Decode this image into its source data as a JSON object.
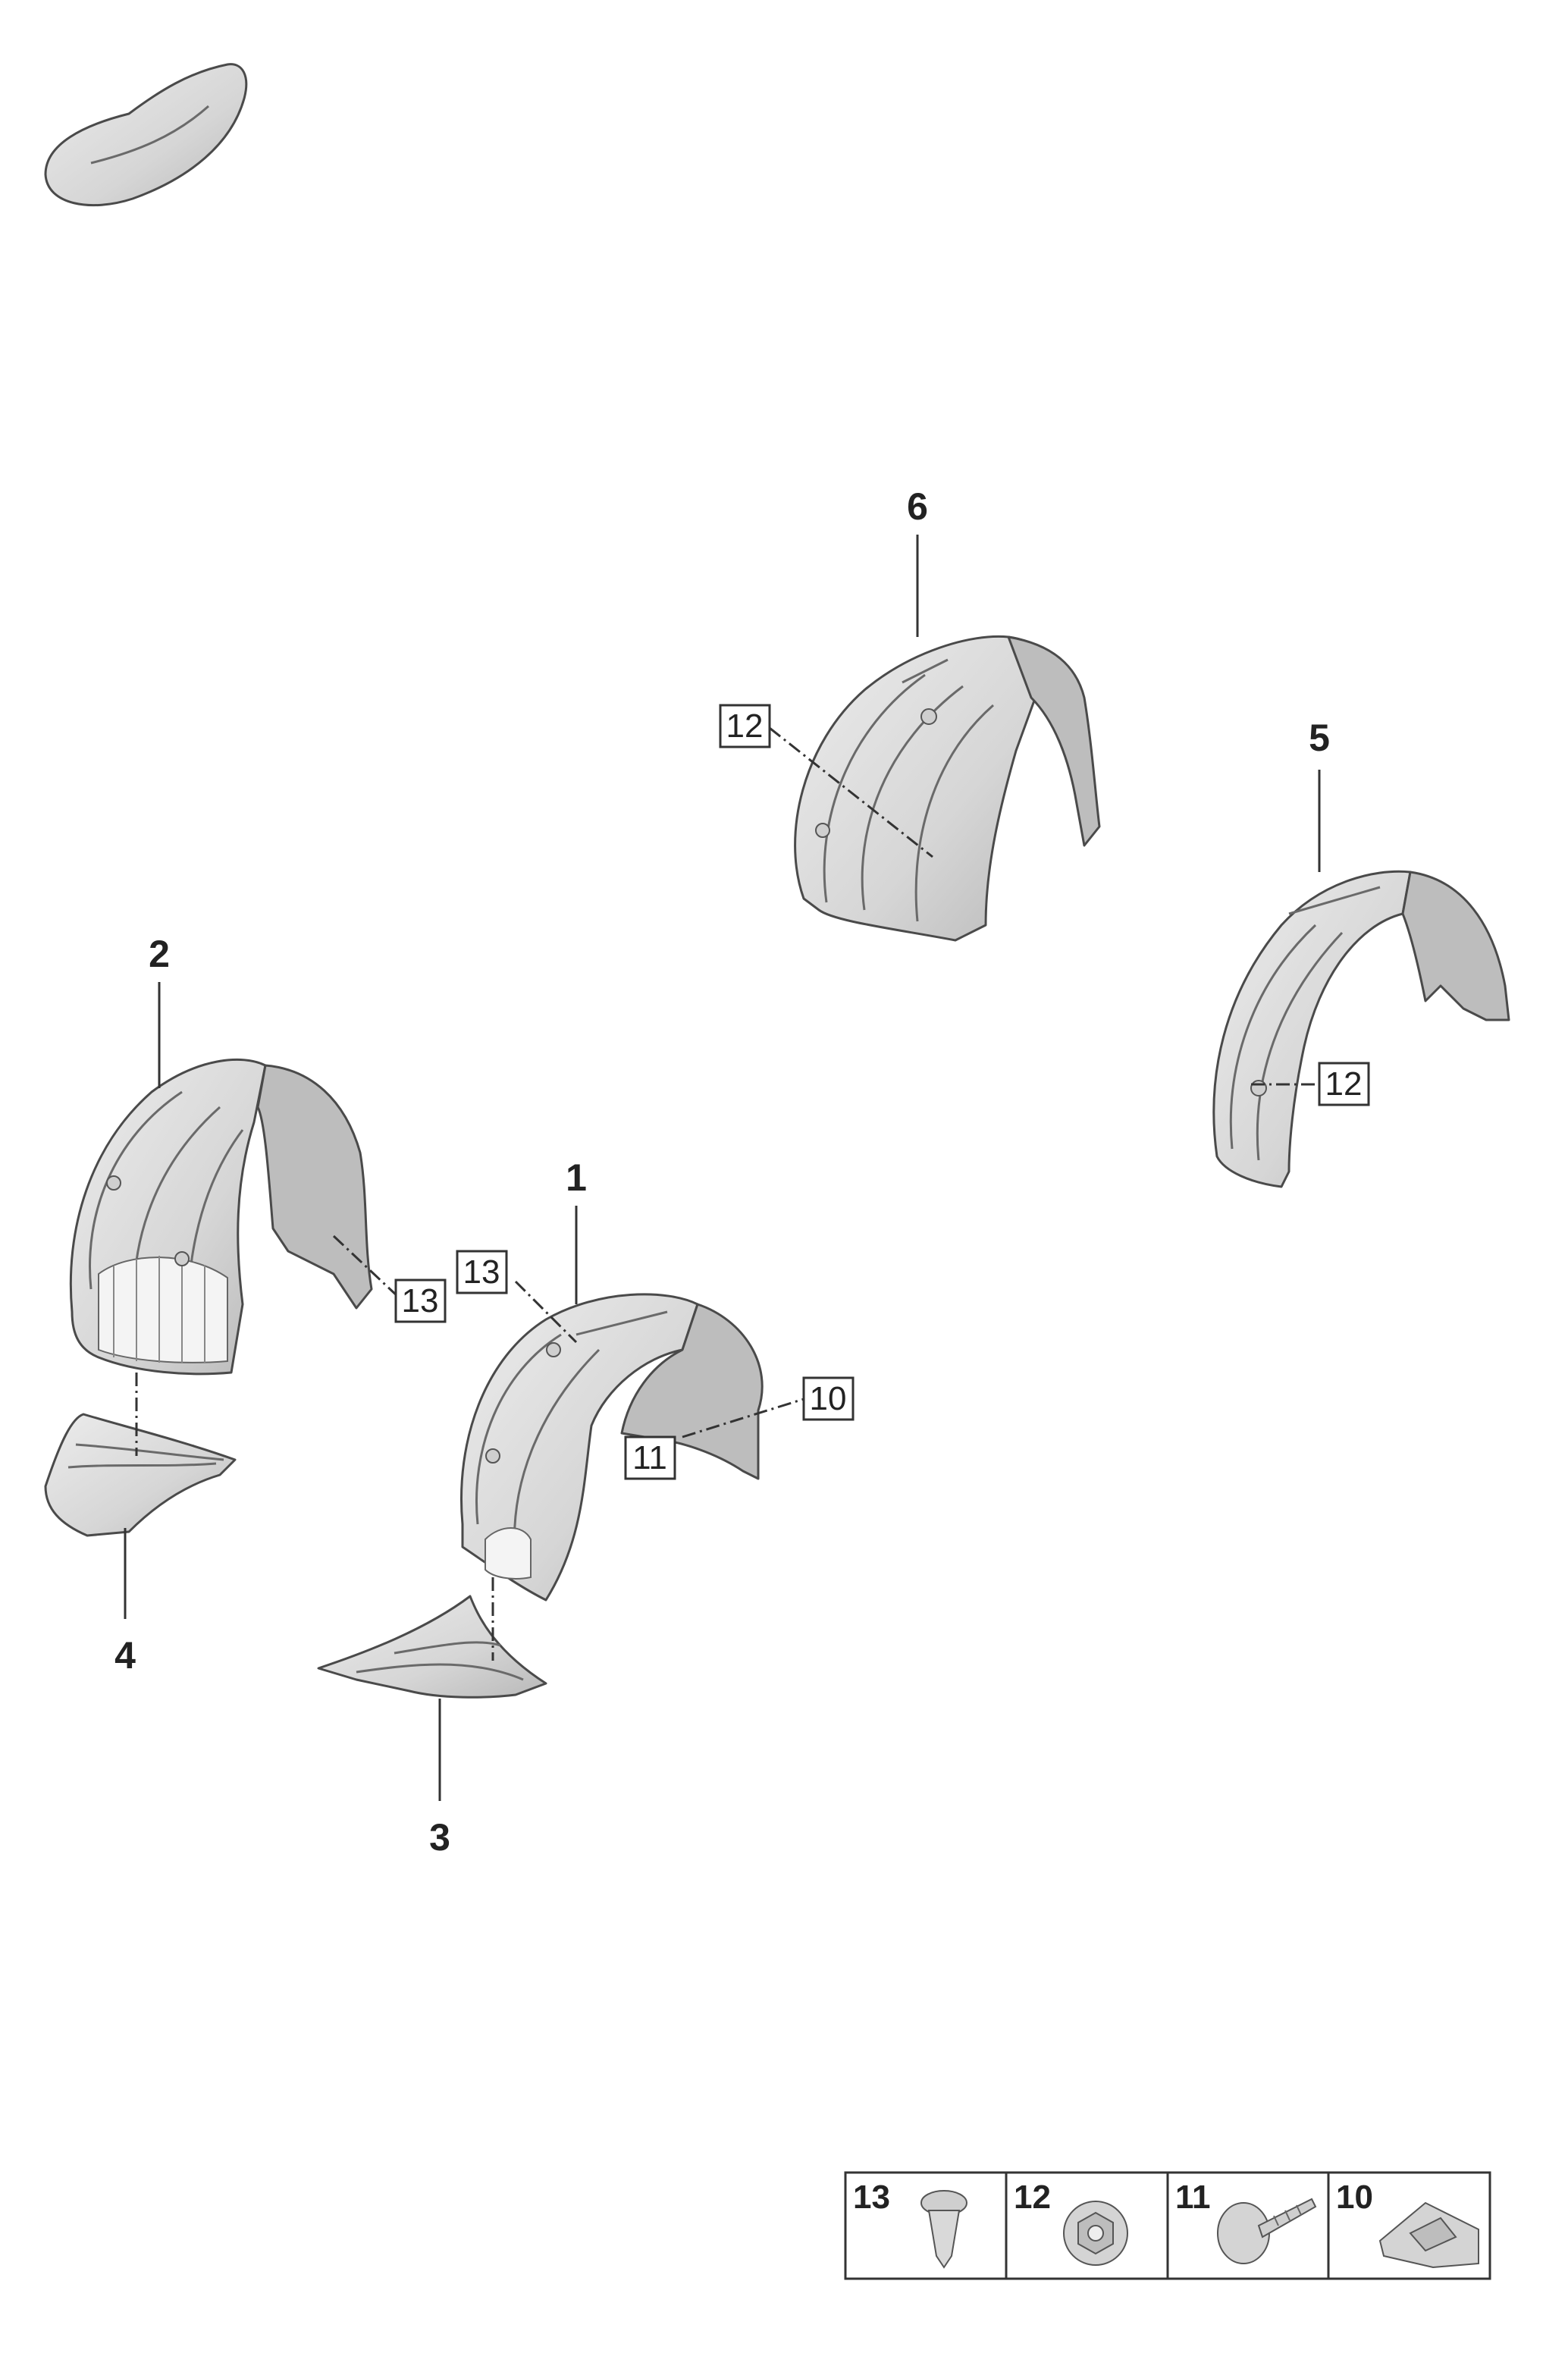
{
  "callouts": {
    "c1": "1",
    "c2": "2",
    "c3": "3",
    "c4": "4",
    "c5": "5",
    "c6": "6"
  },
  "boxed_labels": {
    "b12_part6": "12",
    "b12_part5": "12",
    "b13_part2": "13",
    "b13_part1": "13",
    "b10": "10",
    "b11": "11"
  },
  "legend": {
    "items": [
      {
        "number": "13",
        "icon": "push-rivet-clip-icon"
      },
      {
        "number": "12",
        "icon": "flange-nut-icon"
      },
      {
        "number": "11",
        "icon": "tapping-screw-icon"
      },
      {
        "number": "10",
        "icon": "spring-nut-clip-icon"
      }
    ]
  },
  "icons": {
    "vehicle": "car-silhouette-icon"
  },
  "colors": {
    "part_fill": "#d9d9d9",
    "outline": "#4a4a4a",
    "text": "#222222"
  }
}
